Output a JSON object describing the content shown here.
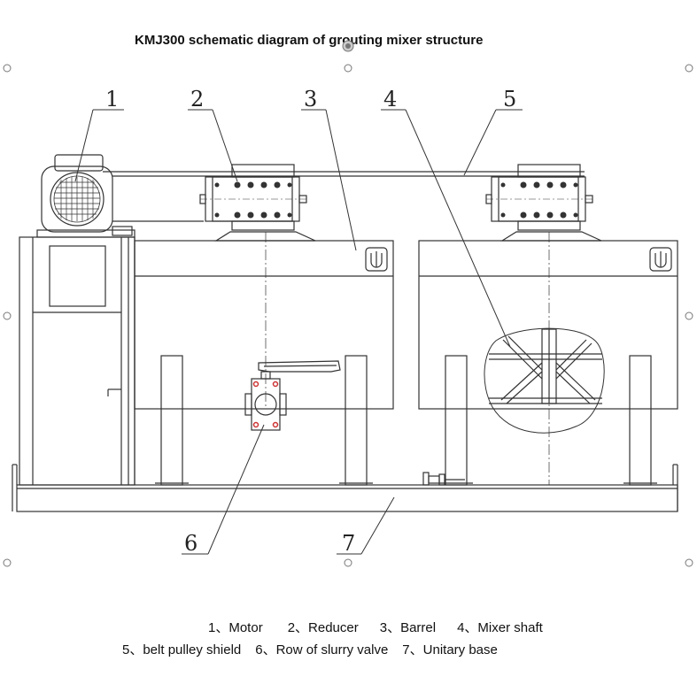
{
  "title": "KMJ300 schematic diagram of grouting mixer structure",
  "callouts": [
    "1",
    "2",
    "3",
    "4",
    "5",
    "6",
    "7"
  ],
  "legend": {
    "row1": [
      "1、Motor",
      "2、Reducer",
      "3、Barrel",
      "4、Mixer shaft"
    ],
    "row2": [
      "5、belt pulley shield",
      "6、Row of slurry valve",
      "7、Unitary base"
    ]
  }
}
